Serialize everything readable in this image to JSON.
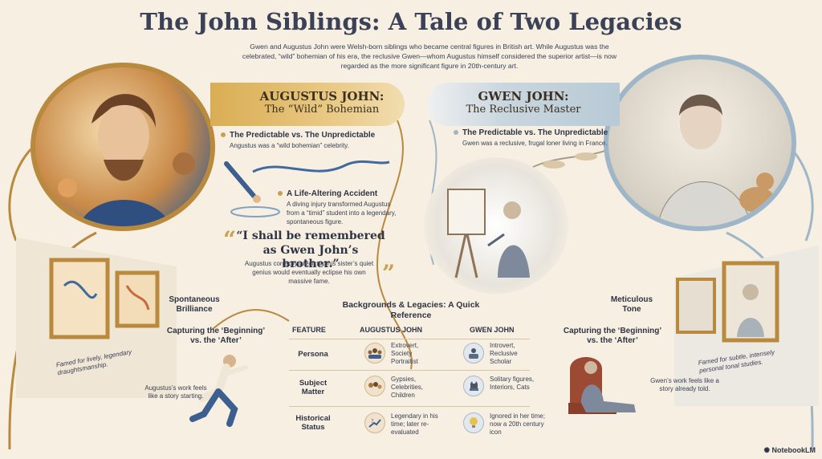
{
  "title": "The John Siblings: A Tale of Two Legacies",
  "intro": "Gwen and Augustus John were Welsh-born siblings who became central figures in British art. While Augustus was the celebrated, “wild” bohemian of his era, the reclusive Gwen—whom Augustus himself considered the superior artist—is now regarded as the more significant figure in 20th-century art.",
  "augustus": {
    "banner_title": "AUGUSTUS JOHN:",
    "banner_sub": "The “Wild” Bohemian",
    "point1_head": "The Predictable vs. The Unpredictable",
    "point1_body": "Angustus was a “wild bohemian” celebrity.",
    "point2_head": "A Life-Altering Accident",
    "point2_body": "A diving injury transformed Augustus from a “timid” student into a legendary, spontaneous figure.",
    "quote": "“I shall be remembered as Gwen John’s brother.”",
    "quote_body": "Augustus correctly predicted his sister’s quiet genius would eventually eclipse his own massive fame.",
    "brilliance": "Spontaneous Brilliance",
    "capture_head": "Capturing the ‘Beginning’ vs. the ‘After’",
    "wall_note": "Famed for lively, legendary draughtsmanship.",
    "story_note": "Augustus’s work feels like a story starting."
  },
  "gwen": {
    "banner_title": "GWEN JOHN:",
    "banner_sub": "The Reclusive Master",
    "point1_head": "The Predictable vs. The Unpredictable",
    "point1_body": "Gwen was a reclusive, frugal loner living in France.",
    "tone": "Meticulous Tone",
    "capture_head": "Capturing the ‘Beginning’ vs. the ‘After’",
    "wall_note": "Famed for subtle, intensely personal tonal studies.",
    "story_note": "Gwen’s work feels like a story already told."
  },
  "table": {
    "title": "Backgrounds & Legacies: A Quick Reference",
    "col_feature": "FEATURE",
    "col_augustus": "AUGUSTUS JOHN",
    "col_gwen": "GWEN JOHN",
    "rows": [
      {
        "feature": "Persona",
        "augustus": "Extrovert, Society Portraitist",
        "gwen": "Introvert, Reclusive Scholar"
      },
      {
        "feature": "Subject Matter",
        "augustus": "Gypsies, Celebrities, Children",
        "gwen": "Solitary figures, Interiors, Cats"
      },
      {
        "feature": "Historical Status",
        "augustus": "Legendary in his time; later re-evaluated",
        "gwen": "Ignored in her time; now a 20th century icon"
      }
    ]
  },
  "footer": "NotebookLM",
  "colors": {
    "gold": "#c9a14e",
    "blue": "#9fb6c8",
    "ink": "#2f3445",
    "paper": "#f6efe2"
  }
}
